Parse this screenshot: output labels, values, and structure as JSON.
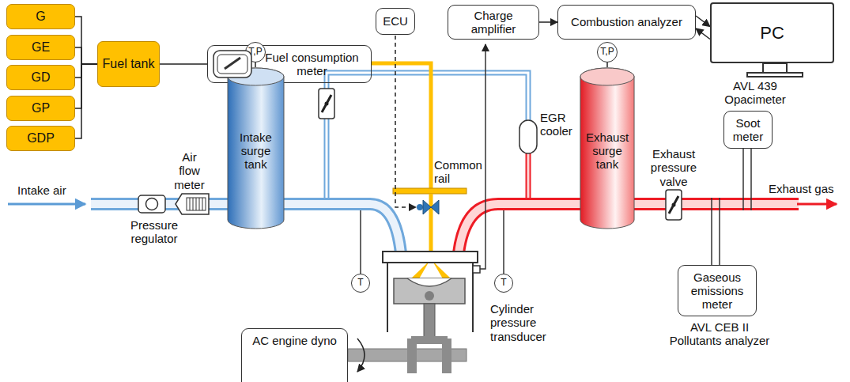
{
  "diagram": {
    "nodes": [
      {
        "text": [
          "G"
        ]
      },
      {
        "text": [
          "GE"
        ]
      },
      {
        "text": [
          "GD"
        ]
      },
      {
        "text": [
          "GP"
        ]
      },
      {
        "text": [
          "GDP"
        ]
      },
      {
        "text": [
          "Fuel tank"
        ]
      },
      {
        "text": [
          "Fuel consumption meter"
        ]
      },
      {
        "text": [
          "ECU"
        ]
      },
      {
        "text": [
          "Charge amplifier"
        ]
      },
      {
        "text": [
          "Combustion analyzer"
        ]
      },
      {
        "text": [
          "PC"
        ]
      },
      {
        "text": [
          "T,P"
        ]
      },
      {
        "text": [
          "Intake surge tank"
        ]
      },
      {
        "text": [
          "T,P"
        ]
      },
      {
        "text": [
          "Exhaust surge tank"
        ]
      },
      {
        "text": [
          "Soot meter"
        ]
      },
      {
        "text": [
          "T"
        ]
      },
      {
        "text": [
          "T"
        ]
      },
      {
        "text": [
          "Gaseous emissions meter"
        ]
      },
      {
        "text": [
          "AC engine dyno"
        ]
      }
    ],
    "edges": [
      {
        "from": 0,
        "to": 5,
        "arrow": "none"
      },
      {
        "from": 1,
        "to": 5,
        "arrow": "none"
      },
      {
        "from": 2,
        "to": 5,
        "arrow": "none"
      },
      {
        "from": 3,
        "to": 5,
        "arrow": "none"
      },
      {
        "from": 4,
        "to": 5,
        "arrow": "none"
      },
      {
        "from": 5,
        "to": 6,
        "arrow": "none"
      },
      {
        "from": 8,
        "to": 9,
        "arrow": "to"
      },
      {
        "from": 9,
        "to": 10,
        "arrow": "to"
      },
      {
        "from": 10,
        "to": 9,
        "arrow": "to"
      },
      {
        "from": 11,
        "to": 12,
        "arrow": "none"
      },
      {
        "from": 13,
        "to": 14,
        "arrow": "none"
      }
    ],
    "labels": [
      "Intake air",
      "Pressure regulator",
      "Air flow meter",
      "Common rail",
      "EGR cooler",
      "Cylinder pressure transducer",
      "Exhaust pressure valve",
      "AVL 439 Opacimeter",
      "Exhaust gas",
      "AVL CEB II Pollutants analyzer"
    ]
  }
}
